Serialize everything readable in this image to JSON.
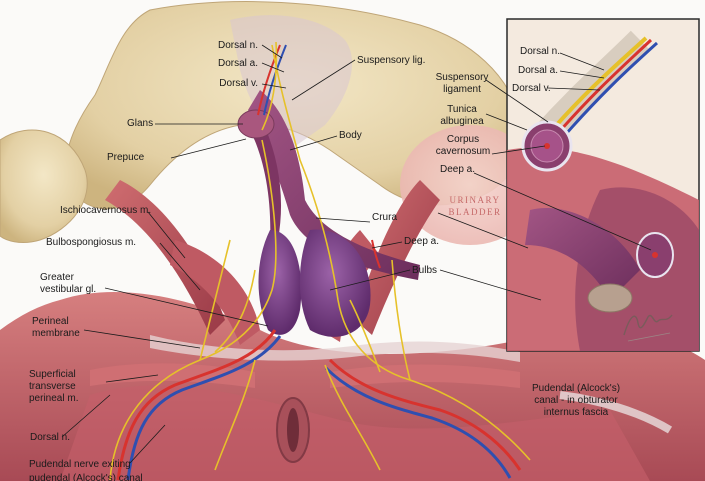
{
  "labels": {
    "dorsal_n": "Dorsal n.",
    "dorsal_a": "Dorsal a.",
    "dorsal_v": "Dorsal v.",
    "suspensory_lig": "Suspensory lig.",
    "glans": "Glans",
    "body": "Body",
    "prepuce": "Prepuce",
    "ischiocavernosus": "Ischiocavernosus m.",
    "bulbospongiosus": "Bulbospongiosus m.",
    "greater_vestibular": "Greater\nvestibular gl.",
    "perineal_membrane": "Perineal\nmembrane",
    "superficial_transverse": "Superficial\ntransverse\nperineal m.",
    "dorsal_n_bottom": "Dorsal n.",
    "pudendal_nerve": "Pudendal nerve exiting",
    "pudendal_nerve_cut": "pudendal (Alcock's) canal",
    "crura": "Crura",
    "deep_a": "Deep a.",
    "bulbs": "Bulbs",
    "urinary_bladder": "URINARY\nBLADDER",
    "pudendal_canal": "Pudendal (Alcock's)\ncanal - in obturator\ninternus fascia"
  },
  "inset_labels": {
    "dorsal_n": "Dorsal n.",
    "dorsal_a": "Dorsal a.",
    "dorsal_v": "Dorsal v.",
    "suspensory_ligament": "Suspensory\nligament",
    "tunica_albuginea": "Tunica\nalbuginea",
    "corpus_cavernosum": "Corpus\ncavernosum",
    "deep_a": "Deep a."
  },
  "colors": {
    "bone": "#e8d9b4",
    "muscle": "#b8545c",
    "erectile": "#8a3f6e",
    "nerve": "#e6c12a",
    "artery": "#d8332e",
    "vein": "#2f4fb0"
  }
}
